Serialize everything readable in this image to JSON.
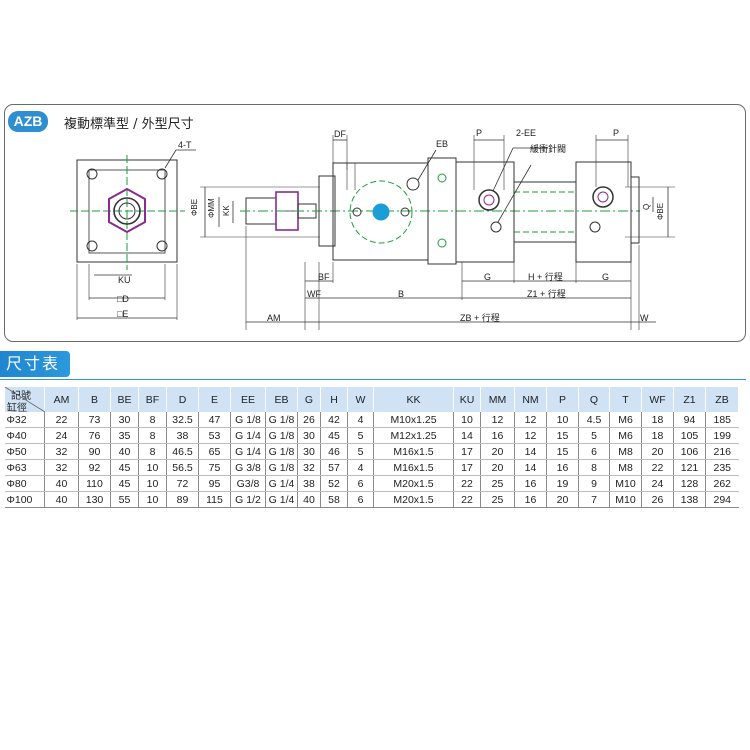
{
  "header": {
    "model": "AZB",
    "title": "複動標準型 / 外型尺寸"
  },
  "drawing": {
    "labels": {
      "four_t": "4-T",
      "ku": "KU",
      "sq_d": "□D",
      "sq_e": "□E",
      "phi_be_left": "ΦBE",
      "phi_mm": "ΦMM",
      "kk": "KK",
      "df": "DF",
      "eb": "EB",
      "bf": "BF",
      "wf": "WF",
      "b": "B",
      "am": "AM",
      "p_left": "P",
      "two_ee": "2-EE",
      "cushion": "緩衝針閥",
      "p_right": "P",
      "q": "Q",
      "phi_be_right": "ΦBE",
      "g_left": "G",
      "h_stroke": "H + 行程",
      "g_right": "G",
      "z1_stroke": "Z1 + 行程",
      "zb_stroke": "ZB + 行程",
      "w": "W"
    },
    "colors": {
      "outline": "#333333",
      "center_line": "#1a9e3a",
      "dimension": "#333333",
      "rod_nut": "#8a2b8f",
      "piston_mark": "#1a9ed8"
    }
  },
  "section": {
    "title": "尺寸表"
  },
  "table": {
    "corner_top": "記號",
    "corner_bottom": "缸徑",
    "headers": [
      "AM",
      "B",
      "BE",
      "BF",
      "D",
      "E",
      "EE",
      "EB",
      "G",
      "H",
      "W",
      "KK",
      "KU",
      "MM",
      "NM",
      "P",
      "Q",
      "T",
      "WF",
      "Z1",
      "ZB"
    ],
    "rows": [
      {
        "bore": "Φ32",
        "cells": [
          "22",
          "73",
          "30",
          "8",
          "32.5",
          "47",
          "G 1/8",
          "G 1/8",
          "26",
          "42",
          "4",
          "M10x1.25",
          "10",
          "12",
          "12",
          "10",
          "4.5",
          "M6",
          "18",
          "94",
          "185"
        ]
      },
      {
        "bore": "Φ40",
        "cells": [
          "24",
          "76",
          "35",
          "8",
          "38",
          "53",
          "G 1/4",
          "G 1/8",
          "30",
          "45",
          "5",
          "M12x1.25",
          "14",
          "16",
          "12",
          "15",
          "5",
          "M6",
          "18",
          "105",
          "199"
        ]
      },
      {
        "bore": "Φ50",
        "cells": [
          "32",
          "90",
          "40",
          "8",
          "46.5",
          "65",
          "G 1/4",
          "G 1/8",
          "30",
          "46",
          "5",
          "M16x1.5",
          "17",
          "20",
          "14",
          "15",
          "6",
          "M8",
          "20",
          "106",
          "216"
        ]
      },
      {
        "bore": "Φ63",
        "cells": [
          "32",
          "92",
          "45",
          "10",
          "56.5",
          "75",
          "G 3/8",
          "G 1/8",
          "32",
          "57",
          "4",
          "M16x1.5",
          "17",
          "20",
          "14",
          "16",
          "8",
          "M8",
          "22",
          "121",
          "235"
        ]
      },
      {
        "bore": "Φ80",
        "cells": [
          "40",
          "110",
          "45",
          "10",
          "72",
          "95",
          "G3/8",
          "G 1/4",
          "38",
          "52",
          "6",
          "M20x1.5",
          "22",
          "25",
          "16",
          "19",
          "9",
          "M10",
          "24",
          "128",
          "262"
        ]
      },
      {
        "bore": "Φ100",
        "cells": [
          "40",
          "130",
          "55",
          "10",
          "89",
          "115",
          "G 1/2",
          "G 1/4",
          "40",
          "58",
          "6",
          "M20x1.5",
          "22",
          "25",
          "16",
          "20",
          "7",
          "M10",
          "26",
          "138",
          "294"
        ]
      }
    ]
  }
}
